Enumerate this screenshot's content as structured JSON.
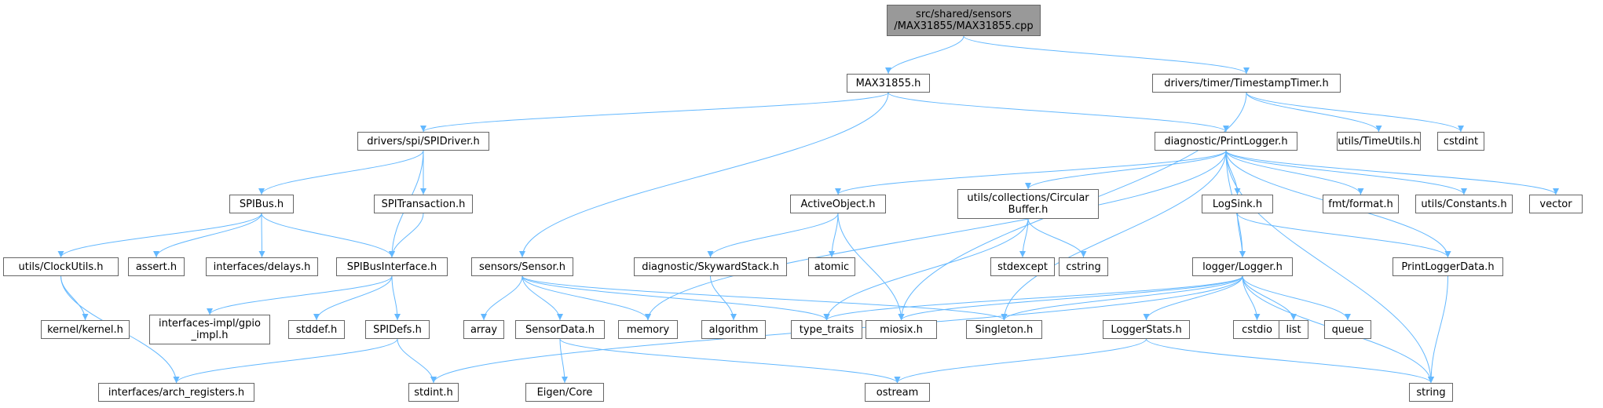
{
  "colors": {
    "edge": "#63b8ff",
    "node_border": "#666666",
    "external_fill": "#e0e0e0",
    "root_fill": "#999999"
  },
  "graph": {
    "nodes": [
      {
        "id": "root",
        "label": "src/shared/sensors\n/MAX31855/MAX31855.cpp",
        "kind": "root"
      },
      {
        "id": "max31855",
        "label": "MAX31855.h",
        "kind": "file"
      },
      {
        "id": "timestamptimer",
        "label": "drivers/timer/TimestampTimer.h",
        "kind": "file"
      },
      {
        "id": "spidriver",
        "label": "drivers/spi/SPIDriver.h",
        "kind": "file"
      },
      {
        "id": "printlogger",
        "label": "diagnostic/PrintLogger.h",
        "kind": "file"
      },
      {
        "id": "timeutils",
        "label": "utils/TimeUtils.h",
        "kind": "file"
      },
      {
        "id": "cstdint",
        "label": "cstdint",
        "kind": "external"
      },
      {
        "id": "spibus",
        "label": "SPIBus.h",
        "kind": "file"
      },
      {
        "id": "spitransaction",
        "label": "SPITransaction.h",
        "kind": "file"
      },
      {
        "id": "activeobject",
        "label": "ActiveObject.h",
        "kind": "file"
      },
      {
        "id": "circularbuffer",
        "label": "utils/collections/Circular\nBuffer.h",
        "kind": "file"
      },
      {
        "id": "logsink",
        "label": "LogSink.h",
        "kind": "file"
      },
      {
        "id": "fmtformat",
        "label": "fmt/format.h",
        "kind": "external"
      },
      {
        "id": "constants",
        "label": "utils/Constants.h",
        "kind": "file"
      },
      {
        "id": "vector",
        "label": "vector",
        "kind": "external"
      },
      {
        "id": "clockutils",
        "label": "utils/ClockUtils.h",
        "kind": "file"
      },
      {
        "id": "asserth",
        "label": "assert.h",
        "kind": "external"
      },
      {
        "id": "delays",
        "label": "interfaces/delays.h",
        "kind": "external"
      },
      {
        "id": "spibusinterface",
        "label": "SPIBusInterface.h",
        "kind": "file"
      },
      {
        "id": "sensor",
        "label": "sensors/Sensor.h",
        "kind": "file"
      },
      {
        "id": "skywardstack",
        "label": "diagnostic/SkywardStack.h",
        "kind": "file"
      },
      {
        "id": "atomic",
        "label": "atomic",
        "kind": "external"
      },
      {
        "id": "stdexcept",
        "label": "stdexcept",
        "kind": "external"
      },
      {
        "id": "cstring",
        "label": "cstring",
        "kind": "external"
      },
      {
        "id": "logger",
        "label": "logger/Logger.h",
        "kind": "file"
      },
      {
        "id": "printloggerdata",
        "label": "PrintLoggerData.h",
        "kind": "file"
      },
      {
        "id": "kernel",
        "label": "kernel/kernel.h",
        "kind": "external"
      },
      {
        "id": "gpioimpl",
        "label": "interfaces-impl/gpio\n_impl.h",
        "kind": "external"
      },
      {
        "id": "stddef",
        "label": "stddef.h",
        "kind": "external"
      },
      {
        "id": "spidefs",
        "label": "SPIDefs.h",
        "kind": "file"
      },
      {
        "id": "array",
        "label": "array",
        "kind": "external"
      },
      {
        "id": "sensordata",
        "label": "SensorData.h",
        "kind": "file"
      },
      {
        "id": "memory",
        "label": "memory",
        "kind": "external"
      },
      {
        "id": "algorithm",
        "label": "algorithm",
        "kind": "external"
      },
      {
        "id": "typetraits",
        "label": "type_traits",
        "kind": "external"
      },
      {
        "id": "miosix",
        "label": "miosix.h",
        "kind": "external"
      },
      {
        "id": "singleton",
        "label": "Singleton.h",
        "kind": "file"
      },
      {
        "id": "loggerstats",
        "label": "LoggerStats.h",
        "kind": "file"
      },
      {
        "id": "cstdio",
        "label": "cstdio",
        "kind": "external"
      },
      {
        "id": "list",
        "label": "list",
        "kind": "external"
      },
      {
        "id": "queue",
        "label": "queue",
        "kind": "external"
      },
      {
        "id": "archregisters",
        "label": "interfaces/arch_registers.h",
        "kind": "external"
      },
      {
        "id": "stdinth",
        "label": "stdint.h",
        "kind": "external"
      },
      {
        "id": "eigencore",
        "label": "Eigen/Core",
        "kind": "external"
      },
      {
        "id": "ostream",
        "label": "ostream",
        "kind": "external"
      },
      {
        "id": "string",
        "label": "string",
        "kind": "external"
      }
    ],
    "edges": [
      [
        "root",
        "max31855"
      ],
      [
        "root",
        "timestamptimer"
      ],
      [
        "max31855",
        "spidriver"
      ],
      [
        "max31855",
        "sensor"
      ],
      [
        "max31855",
        "printlogger"
      ],
      [
        "timestamptimer",
        "miosix"
      ],
      [
        "timestamptimer",
        "timeutils"
      ],
      [
        "timestamptimer",
        "cstdint"
      ],
      [
        "spidriver",
        "spibus"
      ],
      [
        "spidriver",
        "spibusinterface"
      ],
      [
        "spidriver",
        "spitransaction"
      ],
      [
        "spibus",
        "clockutils"
      ],
      [
        "spibus",
        "asserth"
      ],
      [
        "spibus",
        "delays"
      ],
      [
        "spibus",
        "spibusinterface"
      ],
      [
        "spitransaction",
        "spibusinterface"
      ],
      [
        "clockutils",
        "kernel"
      ],
      [
        "clockutils",
        "archregisters"
      ],
      [
        "spibusinterface",
        "gpioimpl"
      ],
      [
        "spibusinterface",
        "stddef"
      ],
      [
        "spibusinterface",
        "spidefs"
      ],
      [
        "spidefs",
        "archregisters"
      ],
      [
        "spidefs",
        "stdinth"
      ],
      [
        "sensor",
        "array"
      ],
      [
        "sensor",
        "sensordata"
      ],
      [
        "sensor",
        "memory"
      ],
      [
        "sensor",
        "typetraits"
      ],
      [
        "sensor",
        "singleton"
      ],
      [
        "sensordata",
        "eigencore"
      ],
      [
        "sensordata",
        "ostream"
      ],
      [
        "printlogger",
        "memory"
      ],
      [
        "printlogger",
        "activeobject"
      ],
      [
        "printlogger",
        "singleton"
      ],
      [
        "printlogger",
        "circularbuffer"
      ],
      [
        "printlogger",
        "logger"
      ],
      [
        "printlogger",
        "logsink"
      ],
      [
        "printlogger",
        "fmtformat"
      ],
      [
        "printlogger",
        "constants"
      ],
      [
        "printlogger",
        "vector"
      ],
      [
        "printlogger",
        "printloggerdata"
      ],
      [
        "printlogger",
        "string"
      ],
      [
        "activeobject",
        "skywardstack"
      ],
      [
        "activeobject",
        "atomic"
      ],
      [
        "activeobject",
        "miosix"
      ],
      [
        "skywardstack",
        "algorithm"
      ],
      [
        "circularbuffer",
        "typetraits"
      ],
      [
        "circularbuffer",
        "stdexcept"
      ],
      [
        "circularbuffer",
        "cstring"
      ],
      [
        "logsink",
        "logger"
      ],
      [
        "logsink",
        "printloggerdata"
      ],
      [
        "logger",
        "typetraits"
      ],
      [
        "logger",
        "miosix"
      ],
      [
        "logger",
        "singleton"
      ],
      [
        "logger",
        "loggerstats"
      ],
      [
        "logger",
        "cstdio"
      ],
      [
        "logger",
        "list"
      ],
      [
        "logger",
        "queue"
      ],
      [
        "logger",
        "string"
      ],
      [
        "logger",
        "stdinth"
      ],
      [
        "loggerstats",
        "ostream"
      ],
      [
        "loggerstats",
        "string"
      ],
      [
        "printloggerdata",
        "string"
      ]
    ]
  }
}
